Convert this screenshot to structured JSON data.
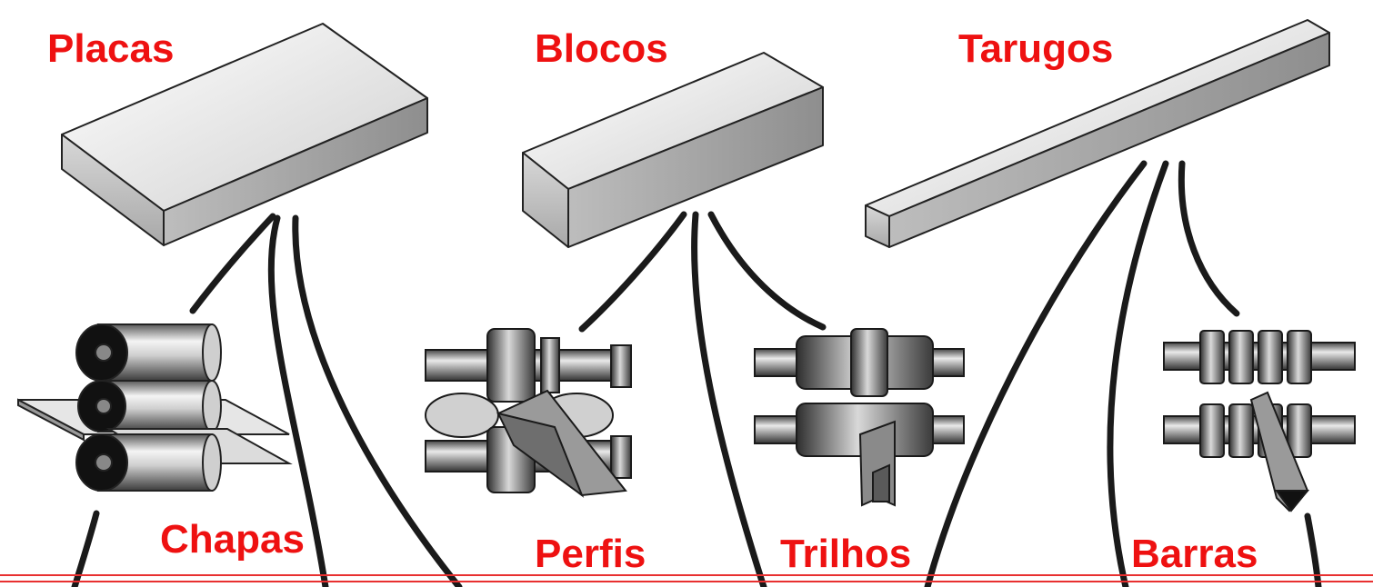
{
  "colors": {
    "label": "#ee1111",
    "rule": "#e83030",
    "ink": "#1a1a1a",
    "metal_light": "#f2f2f2",
    "metal_mid": "#c4c4c4",
    "metal_dark": "#555555"
  },
  "semi_products": [
    {
      "key": "placas",
      "label": "Placas"
    },
    {
      "key": "blocos",
      "label": "Blocos"
    },
    {
      "key": "tarugos",
      "label": "Tarugos"
    }
  ],
  "products": [
    {
      "key": "chapas",
      "label": "Chapas",
      "from": "Placas"
    },
    {
      "key": "perfis",
      "label": "Perfis",
      "from": "Blocos"
    },
    {
      "key": "trilhos",
      "label": "Trilhos",
      "from": "Blocos"
    },
    {
      "key": "barras",
      "label": "Barras",
      "from": "Tarugos"
    }
  ]
}
